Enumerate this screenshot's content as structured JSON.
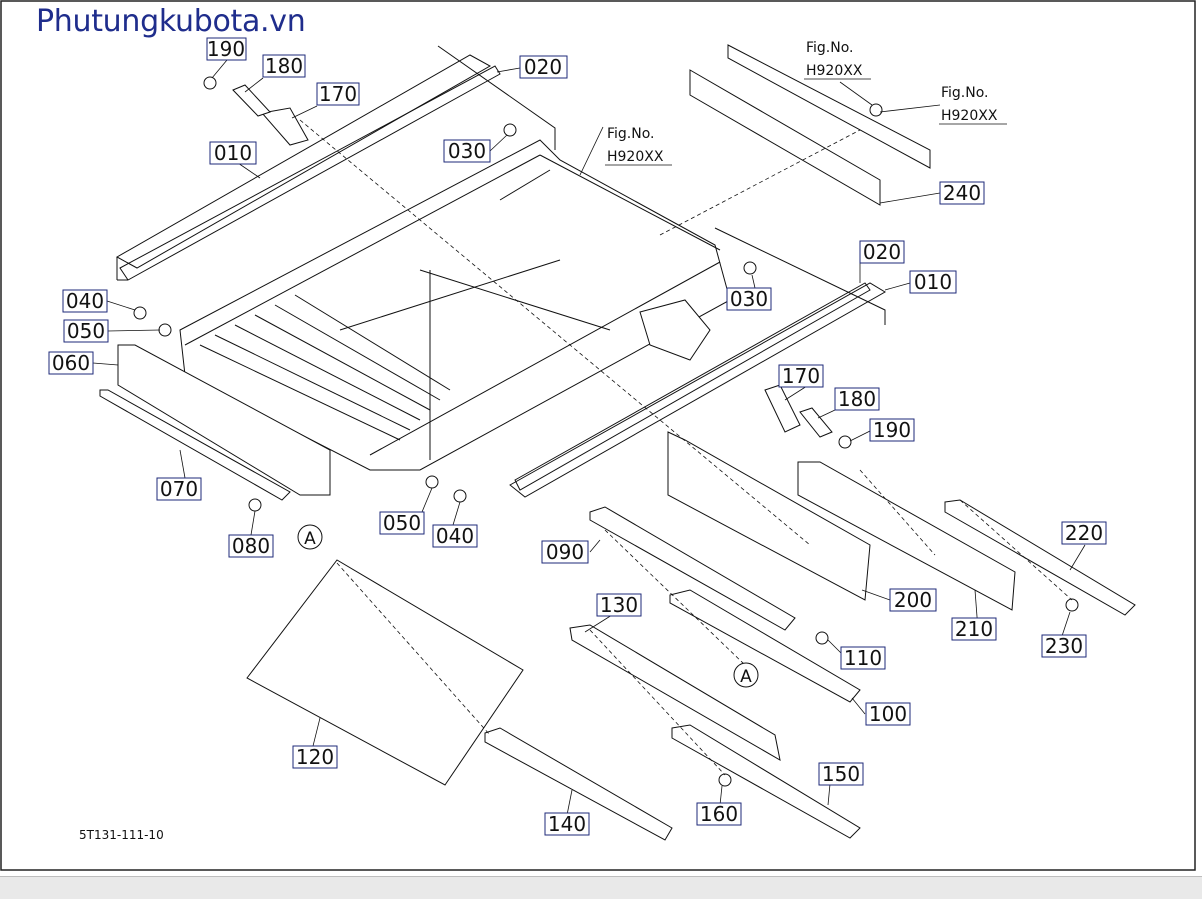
{
  "watermark": "Phutungkubota.vn",
  "figure_code": "5T131-111-10",
  "part_labels": [
    {
      "id": "l190a",
      "text": "190"
    },
    {
      "id": "l180a",
      "text": "180"
    },
    {
      "id": "l170a",
      "text": "170"
    },
    {
      "id": "l020a",
      "text": "020"
    },
    {
      "id": "l010a",
      "text": "010"
    },
    {
      "id": "l030a",
      "text": "030"
    },
    {
      "id": "l040a",
      "text": "040"
    },
    {
      "id": "l050a",
      "text": "050"
    },
    {
      "id": "l060a",
      "text": "060"
    },
    {
      "id": "l070a",
      "text": "070"
    },
    {
      "id": "l080a",
      "text": "080"
    },
    {
      "id": "l050b",
      "text": "050"
    },
    {
      "id": "l040b",
      "text": "040"
    },
    {
      "id": "l030b",
      "text": "030"
    },
    {
      "id": "l020b",
      "text": "020"
    },
    {
      "id": "l010b",
      "text": "010"
    },
    {
      "id": "l240",
      "text": "240"
    },
    {
      "id": "l170b",
      "text": "170"
    },
    {
      "id": "l180b",
      "text": "180"
    },
    {
      "id": "l190b",
      "text": "190"
    },
    {
      "id": "l090",
      "text": "090"
    },
    {
      "id": "l200",
      "text": "200"
    },
    {
      "id": "l210",
      "text": "210"
    },
    {
      "id": "l220",
      "text": "220"
    },
    {
      "id": "l230",
      "text": "230"
    },
    {
      "id": "l130",
      "text": "130"
    },
    {
      "id": "l110",
      "text": "110"
    },
    {
      "id": "l100",
      "text": "100"
    },
    {
      "id": "l120",
      "text": "120"
    },
    {
      "id": "l140",
      "text": "140"
    },
    {
      "id": "l150",
      "text": "150"
    },
    {
      "id": "l160",
      "text": "160"
    }
  ],
  "fig_refs": [
    {
      "id": "f1",
      "line1": "Fig.No.",
      "line2": "H920XX"
    },
    {
      "id": "f2",
      "line1": "Fig.No.",
      "line2": "H920XX"
    },
    {
      "id": "f3",
      "line1": "Fig.No.",
      "line2": "H920XX"
    }
  ],
  "callouts": [
    {
      "id": "cA1",
      "text": "A"
    },
    {
      "id": "cA2",
      "text": "A"
    }
  ]
}
